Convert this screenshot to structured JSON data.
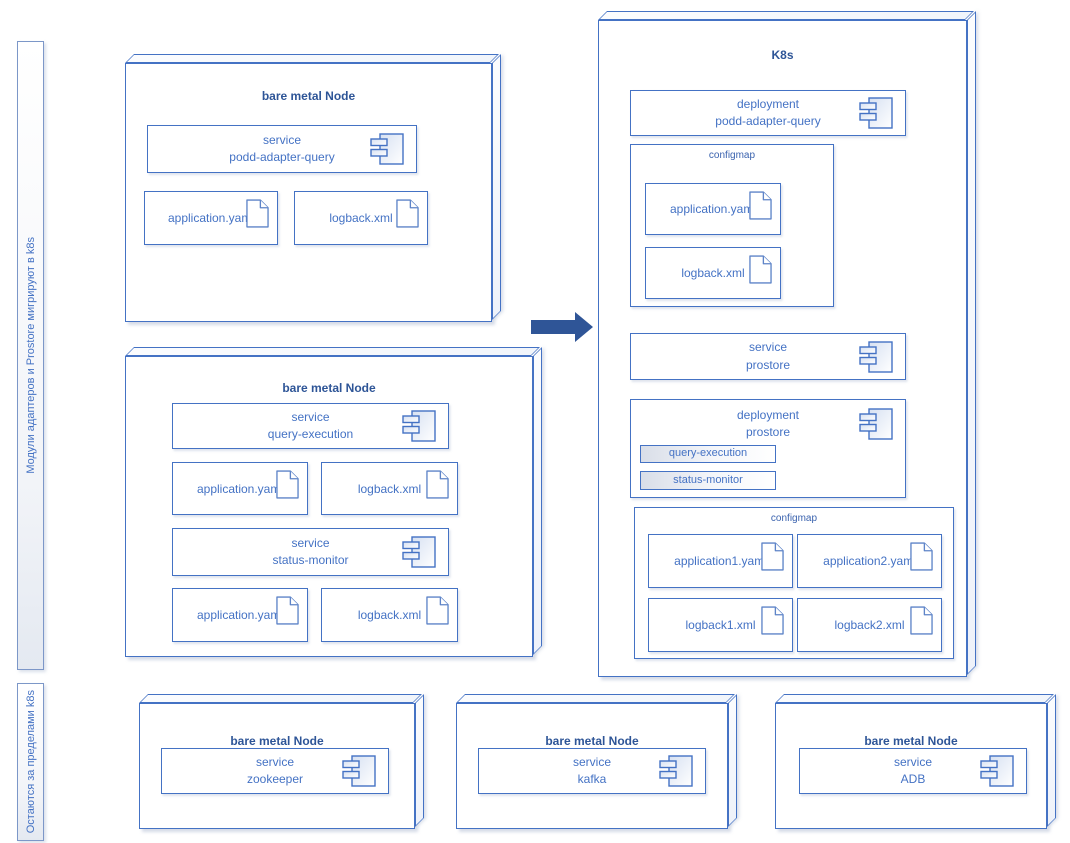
{
  "colors": {
    "accent": "#4472C4",
    "title_text": "#2E5597",
    "arrow": "#2F5597"
  },
  "labels": {
    "migrating_group": "Модули адаптеров и Prostore мигрируют в k8s",
    "outside_group": "Остаются за пределами k8s"
  },
  "bare_metal_node_1": {
    "title": "bare metal Node",
    "service": {
      "kind": "service",
      "name": "podd-adapter-query"
    },
    "files": [
      "application.yaml",
      "logback.xml"
    ]
  },
  "bare_metal_node_2": {
    "title": "bare metal Node",
    "service_query_execution": {
      "kind": "service",
      "name": "query-execution"
    },
    "files_query_execution": [
      "application.yaml",
      "logback.xml"
    ],
    "service_status_monitor": {
      "kind": "service",
      "name": "status-monitor"
    },
    "files_status_monitor": [
      "application.yaml",
      "logback.xml"
    ]
  },
  "k8s": {
    "title": "K8s",
    "deployment_podd_adapter_query": {
      "kind": "deployment",
      "name": "podd-adapter-query"
    },
    "configmap_1": {
      "label": "configmap",
      "files": [
        "application.yaml",
        "logback.xml"
      ]
    },
    "service_prostore": {
      "kind": "service",
      "name": "prostore"
    },
    "deployment_prostore": {
      "kind": "deployment",
      "name": "prostore",
      "modules": [
        "query-execution",
        "status-monitor"
      ]
    },
    "configmap_2": {
      "label": "configmap",
      "files": [
        "application1.yaml",
        "application2.yaml",
        "logback1.xml",
        "logback2.xml"
      ]
    }
  },
  "outside_nodes": {
    "zookeeper": {
      "title": "bare metal Node",
      "service": {
        "kind": "service",
        "name": "zookeeper"
      }
    },
    "kafka": {
      "title": "bare metal Node",
      "service": {
        "kind": "service",
        "name": "kafka"
      }
    },
    "adb": {
      "title": "bare metal Node",
      "service": {
        "kind": "service",
        "name": "ADB"
      }
    }
  }
}
